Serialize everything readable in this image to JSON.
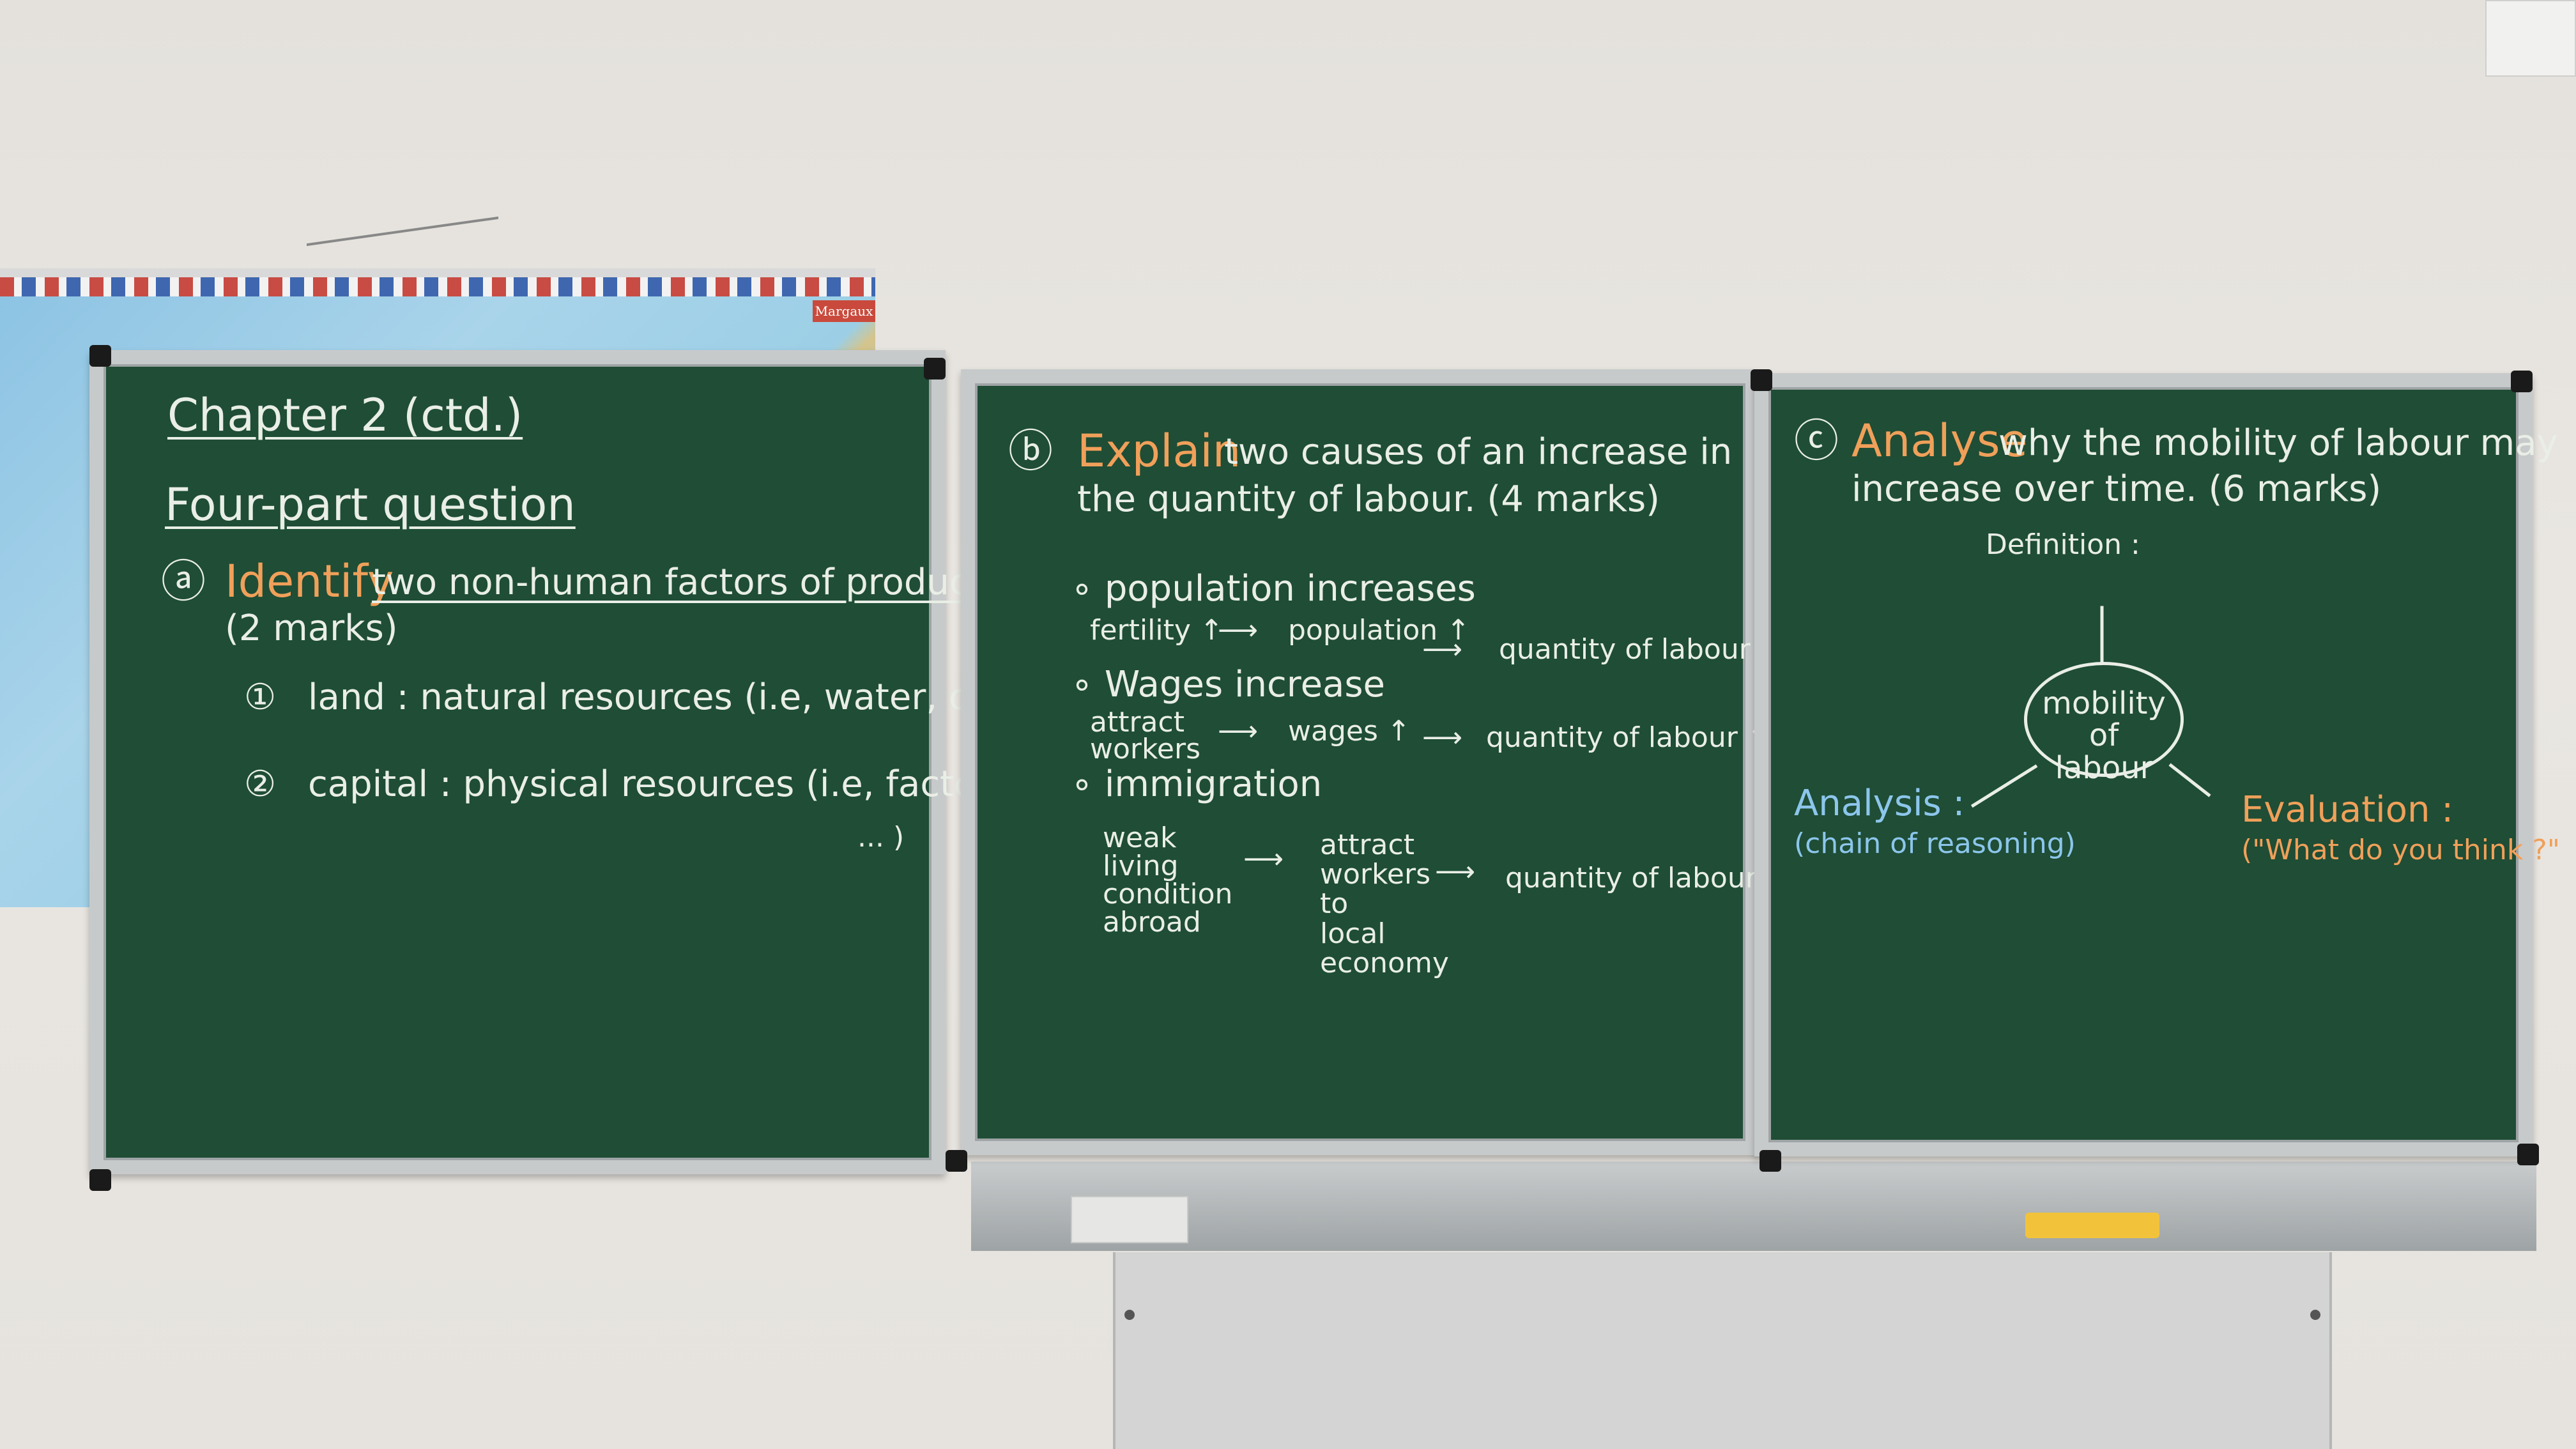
{
  "map": {
    "tag": "Margaux"
  },
  "board_a": {
    "title": "Chapter 2 (ctd.)",
    "subtitle": "Four-part question",
    "q_letter": "ⓐ",
    "q_command": "Identify",
    "q_text": "two non-human factors of production",
    "q_marks": "(2 marks)",
    "item1_num": "①",
    "item1_text": "land : natural resources (i.e, water, oil, ... )",
    "item2_num": "②",
    "item2_text": "capital : physical resources (i.e, factory, machine",
    "item2_cont": "... )"
  },
  "board_b": {
    "q_letter": "ⓑ",
    "q_command": "Explain",
    "q_text_1": "two causes of an increase in",
    "q_text_2": "the quantity of labour. (4 marks)",
    "b1": "∘ population increases",
    "b1_cause": "fertility ↑",
    "b1_mid": "population ↑",
    "b1_effect": "quantity of labour ↑",
    "b2": "∘ Wages increase",
    "b2_cause": "attract workers",
    "b2_mid": "wages ↑",
    "b2_effect": "quantity of labour ↑",
    "b3": "∘ immigration",
    "b3_cause": "weak living condition abroad",
    "b3_mid": "attract workers to local economy",
    "b3_effect": "quantity of labour ↑",
    "arrow": "⟶"
  },
  "board_c": {
    "q_letter": "ⓒ",
    "q_command": "Analyse",
    "q_text_1": "why the mobility of labour may",
    "q_text_2": "increase over time. (6 marks)",
    "definition": "Definition :",
    "center": "mobility of labour",
    "analysis": "Analysis :",
    "analysis_sub": "(chain of reasoning)",
    "evaluation": "Evaluation :",
    "evaluation_sub": "(\"What do you think ?\""
  },
  "colors": {
    "board": "#1f4d35",
    "chalk": "#e9eee6",
    "orange": "#f0a05a",
    "blue": "#8cc6ec"
  }
}
